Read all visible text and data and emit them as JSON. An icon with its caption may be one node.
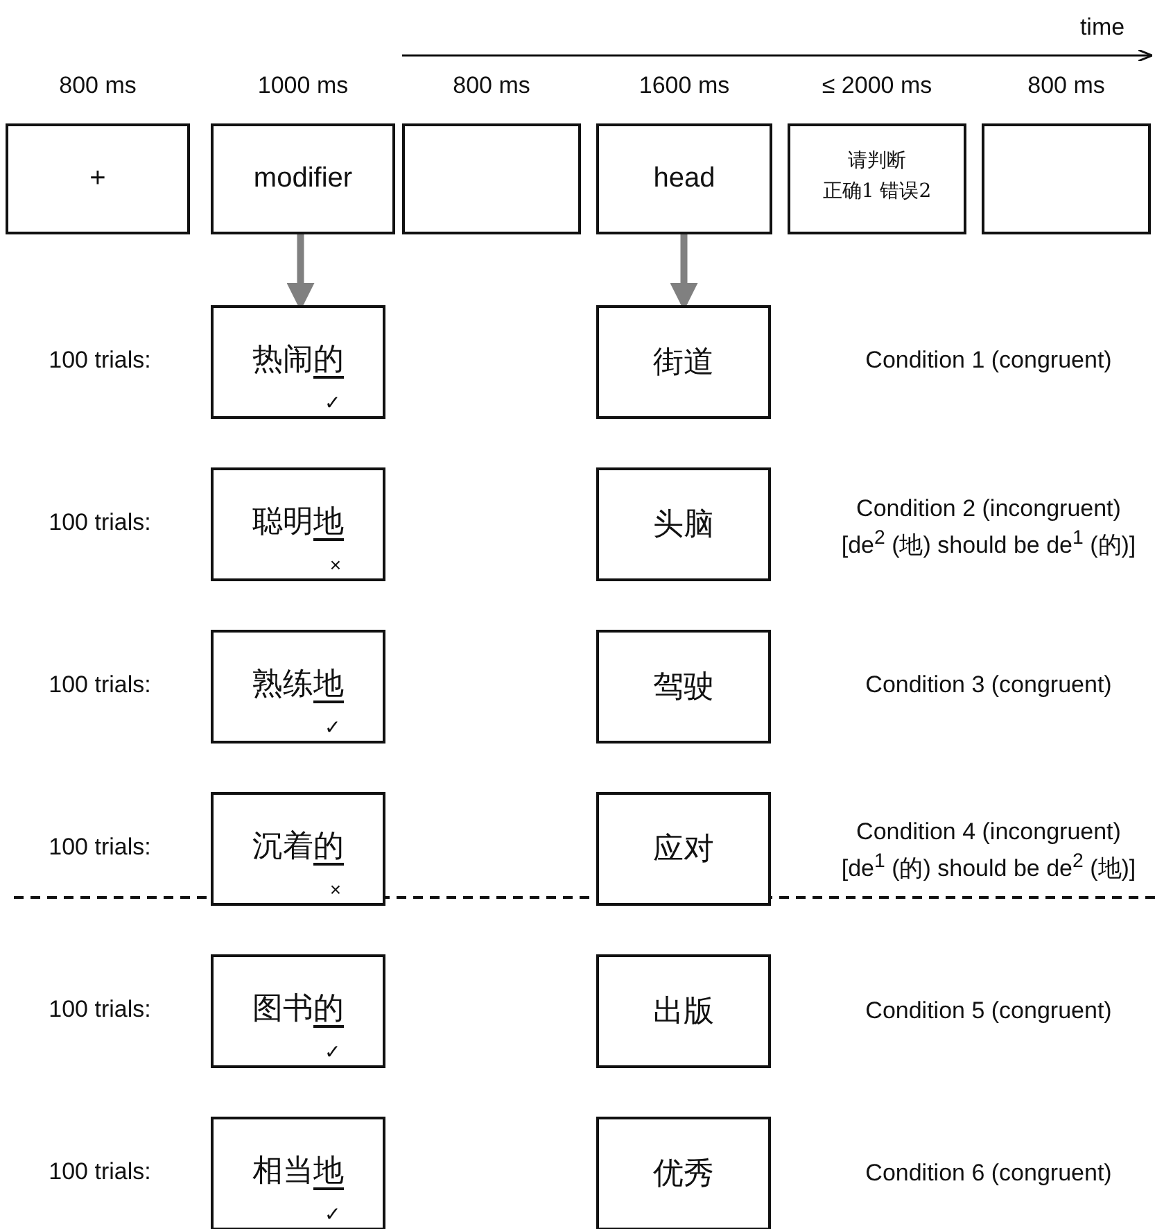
{
  "diagram": {
    "nodes": [
      {
        "text": [
          "+"
        ],
        "beside": [
          "800 ms"
        ]
      },
      {
        "text": [
          "modifier"
        ],
        "beside": [
          "1000 ms"
        ]
      },
      {
        "text": [],
        "shape": "box",
        "beside": [
          "800 ms"
        ]
      },
      {
        "text": [
          "head"
        ],
        "beside": [
          "1600 ms"
        ]
      },
      {
        "text": [
          "请判断",
          "正确1 错误2"
        ],
        "beside": [
          "≤ 2000 ms"
        ]
      },
      {
        "text": [],
        "shape": "box",
        "beside": [
          "800 ms"
        ]
      },
      {
        "text": [
          "热闹的",
          "✓"
        ]
      },
      {
        "text": [
          "街道"
        ]
      },
      {
        "text": [
          "聪明地",
          "×"
        ]
      },
      {
        "text": [
          "头脑"
        ]
      },
      {
        "text": [
          "熟练地",
          "✓"
        ]
      },
      {
        "text": [
          "驾驶"
        ]
      },
      {
        "text": [
          "沉着的",
          "×"
        ]
      },
      {
        "text": [
          "应对"
        ]
      },
      {
        "text": [
          "图书的",
          "✓"
        ]
      },
      {
        "text": [
          "出版"
        ]
      },
      {
        "text": [
          "相当地",
          "✓"
        ]
      },
      {
        "text": [
          "优秀"
        ]
      }
    ],
    "edges": [
      {
        "from": 1,
        "to": 6,
        "arrow": "to"
      },
      {
        "from": 3,
        "to": 7,
        "arrow": "to"
      }
    ],
    "labels": [
      "time",
      "100 trials:",
      "Condition 1 (congruent)",
      "100 trials:",
      "Condition 2 (incongruent)",
      "[de$^{2}$ (地) should be de$^{1}$ (的)]",
      "100 trials:",
      "Condition 3 (congruent)",
      "100 trials:",
      "Condition 4 (incongruent)",
      "[de$^{1}$ (的) should be de$^{2}$ (地)]",
      "100 trials:",
      "Condition 5 (congruent)",
      "100 trials:",
      "Condition 6 (congruent)"
    ]
  }
}
